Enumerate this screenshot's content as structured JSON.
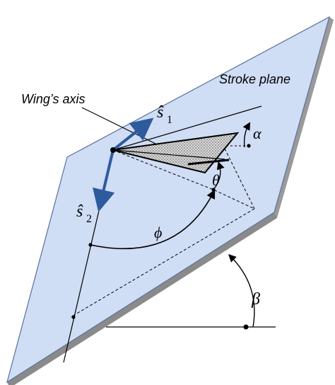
{
  "labels": {
    "stroke_plane": "Stroke plane",
    "wings_axis": "Wing’s axis",
    "s1_symbol": "ŝ",
    "s1_sub": "1",
    "s2_symbol": "ŝ",
    "s2_sub": "2",
    "alpha": "α",
    "theta": "θ",
    "phi": "ϕ",
    "beta": "β"
  },
  "colors": {
    "plane_fill": "#cfddf5",
    "plane_edge": "#5a7199",
    "plane_shadow": "#8a8a8a",
    "vector_arrow": "#2d5b9e",
    "wing_fill": "#c4c4c4",
    "line": "#000000"
  }
}
